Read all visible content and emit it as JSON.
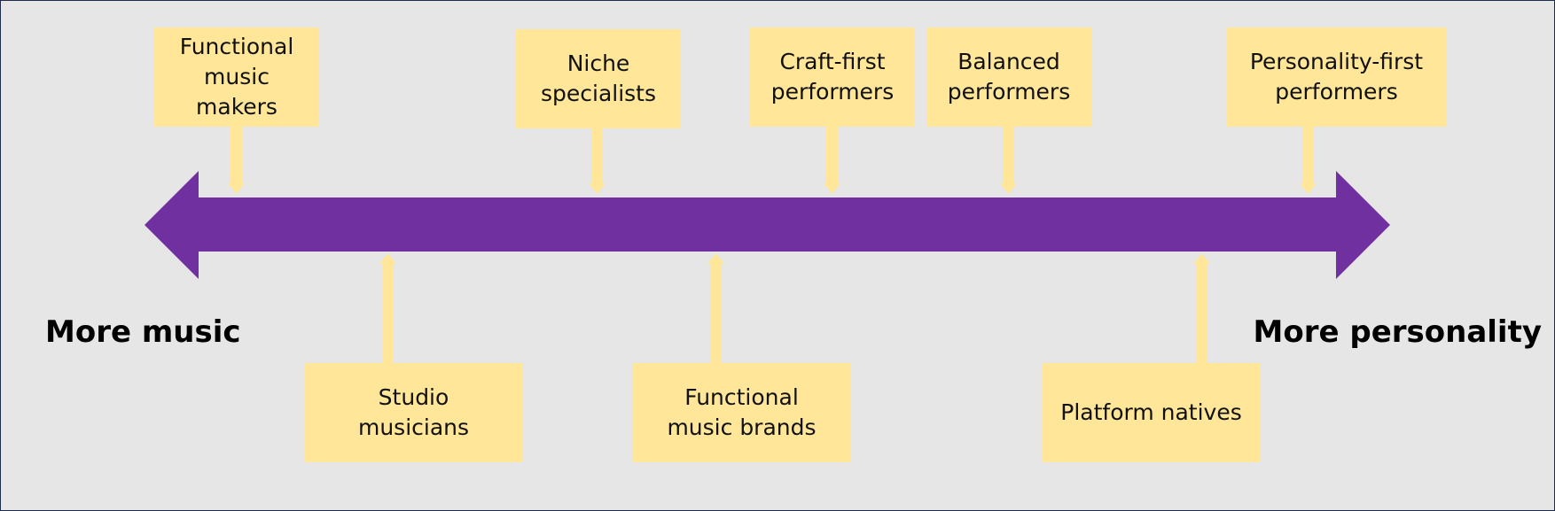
{
  "colors": {
    "background": "#e6e6e6",
    "arrow": "#7030a0",
    "box": "#ffe699",
    "connector": "#ffe699",
    "text": "#111111"
  },
  "axis": {
    "left_label": "More music",
    "right_label": "More personality"
  },
  "segments": {
    "functional_music_makers": "Functional\nmusic\nmakers",
    "niche_specialists": "Niche\nspecialists",
    "craft_first_performers": "Craft-first\nperformers",
    "balanced_performers": "Balanced\nperformers",
    "personality_first_performers": "Personality-first\nperformers",
    "studio_musicians": "Studio\nmusicians",
    "functional_music_brands": "Functional\nmusic brands",
    "platform_natives": "Platform natives"
  }
}
